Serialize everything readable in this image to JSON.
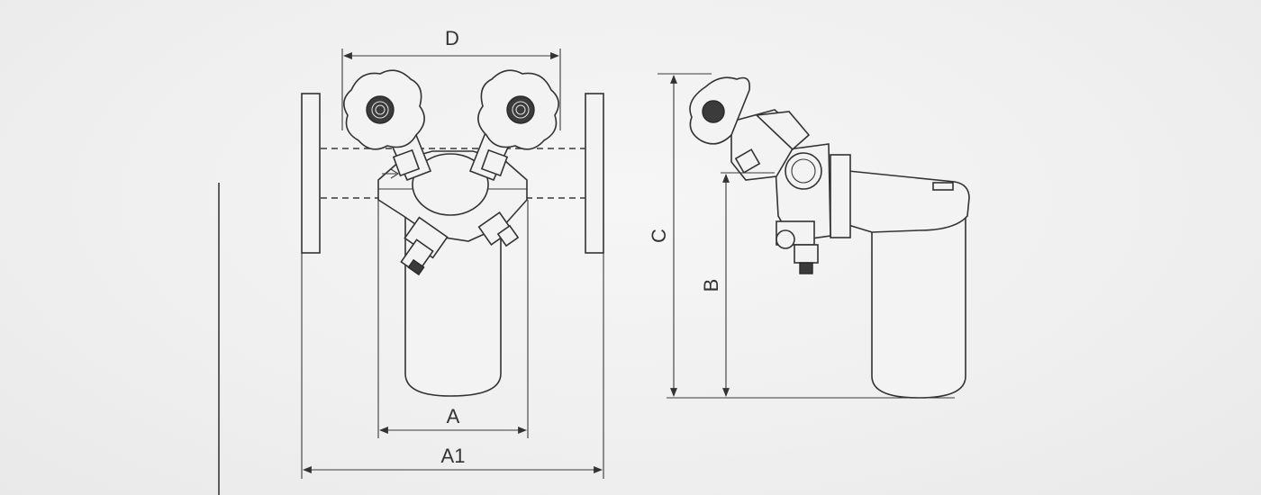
{
  "front_view": {
    "dim_top": "D",
    "dim_inner": "A",
    "dim_outer": "A1"
  },
  "side_view": {
    "dim_total_height": "C",
    "dim_inlet_height": "B"
  }
}
